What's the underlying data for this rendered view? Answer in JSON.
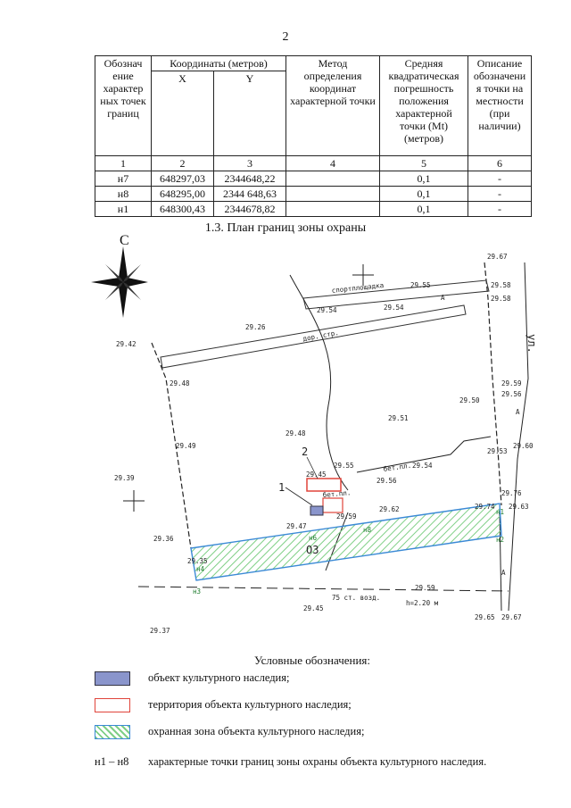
{
  "page_number": "2",
  "table": {
    "headers": {
      "col1": "Обознач ение характер ных точек границ",
      "coords_group": "Координаты (метров)",
      "x": "X",
      "y": "Y",
      "method": "Метод определения координат характерной точки",
      "error": "Средняя квадратическая погрешность положения характерной точки (Mt) (метров)",
      "desc": "Описание обозначени я точки на местности (при наличии)"
    },
    "col_numbers": [
      "1",
      "2",
      "3",
      "4",
      "5",
      "6"
    ],
    "rows": [
      {
        "point": "н7",
        "x": "648297,03",
        "y": "2344648,22",
        "method": "",
        "error": "0,1",
        "desc": "-"
      },
      {
        "point": "н8",
        "x": "648295,00",
        "y": "2344 648,63",
        "method": "",
        "error": "0,1",
        "desc": "-"
      },
      {
        "point": "н1",
        "x": "648300,43",
        "y": "2344678,82",
        "method": "",
        "error": "0,1",
        "desc": "-"
      }
    ]
  },
  "section_title": "1.3. План границ зоны охраны",
  "map": {
    "north": "С",
    "elevations": [
      "29.67",
      "29.55",
      "29.58",
      "29.58",
      "29.54",
      "29.54",
      "29.26",
      "29.42",
      "29.48",
      "29.50",
      "29.59",
      "29.56",
      "29.51",
      "29.48",
      "29.49",
      "29.60",
      "29.53",
      "29.39",
      "29.45",
      "29.55",
      "29.54",
      "29.56",
      "29.62",
      "29.76",
      "29.63",
      "29.74",
      "29.47",
      "29.59",
      "29.36",
      "29.35",
      "29.59",
      "29.45",
      "29.65",
      "29.67",
      "29.37"
    ],
    "labels": {
      "sport": "спортплощадка",
      "road": "дор. стр.",
      "street": "ул.",
      "bet1": "бет.пл.",
      "bet2": "бет.пл.",
      "a": "А",
      "air": "75 ст. возд.",
      "h": "h=2.20 м",
      "oz": "ОЗ",
      "n1": "н1",
      "n2": "н2",
      "n3": "н3",
      "n4": "н4",
      "n6": "н6",
      "n8": "н8",
      "c1": "1",
      "c2": "2"
    }
  },
  "legend": {
    "title": "Условные обозначения:",
    "items": [
      {
        "text": "объект культурного наследия;",
        "color": "#8a95cc"
      },
      {
        "text": "территория объекта культурного наследия;",
        "color": "#e0443a"
      },
      {
        "text": "охранная зона объекта культурного наследия;",
        "color": "#7fcf86"
      }
    ],
    "points_key": "н1 – н8",
    "points_text": "характерные точки границ зоны охраны объекта культурного наследия."
  }
}
